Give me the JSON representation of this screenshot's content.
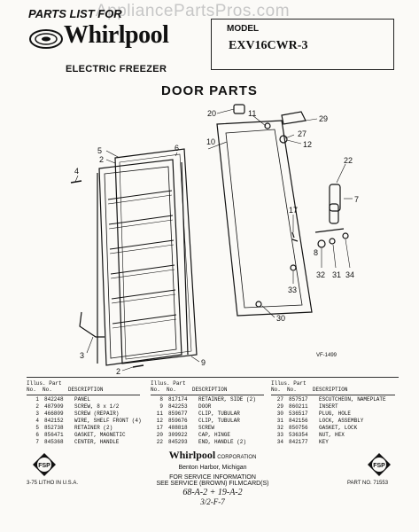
{
  "watermark": "AppliancePartsPros.com",
  "header": {
    "parts_list_for": "PARTS LIST FOR",
    "brand": "Whirlpool",
    "subtitle": "ELECTRIC FREEZER",
    "model_label": "MODEL",
    "model_number": "EXV16CWR-3"
  },
  "section_title": "DOOR PARTS",
  "drawing_code": "VF-1499",
  "callouts": [
    "20",
    "11",
    "29",
    "27",
    "12",
    "10",
    "22",
    "5",
    "2",
    "6",
    "7",
    "4",
    "17",
    "8",
    "32",
    "31",
    "34",
    "33",
    "30",
    "3",
    "2",
    "9"
  ],
  "table_headers": {
    "illus": "Illus.",
    "part": "Part",
    "no1": "No.",
    "no2": "No.",
    "description": "DESCRIPTION"
  },
  "parts_col1": [
    {
      "illus": "1",
      "part": "842248",
      "desc": "PANEL"
    },
    {
      "illus": "2",
      "part": "487909",
      "desc": "SCREW, 8 x 1/2"
    },
    {
      "illus": "3",
      "part": "466809",
      "desc": "SCREW (REPAIR)"
    },
    {
      "illus": "4",
      "part": "842152",
      "desc": "WIRE, SHELF FRONT (4)"
    },
    {
      "illus": "5",
      "part": "852738",
      "desc": "RETAINER (2)"
    },
    {
      "illus": "6",
      "part": "856471",
      "desc": "GASKET, MAGNETIC"
    },
    {
      "illus": "7",
      "part": "845368",
      "desc": "CENTER, HANDLE"
    }
  ],
  "parts_col2": [
    {
      "illus": "8",
      "part": "817174",
      "desc": "RETAINER, SIDE (2)"
    },
    {
      "illus": "9",
      "part": "842253",
      "desc": "DOOR"
    },
    {
      "illus": "11",
      "part": "859677",
      "desc": "CLIP, TUBULAR"
    },
    {
      "illus": "12",
      "part": "859676",
      "desc": "CLIP, TUBULAR"
    },
    {
      "illus": "17",
      "part": "488818",
      "desc": "SCREW"
    },
    {
      "illus": "20",
      "part": "309922",
      "desc": "CAP, HINGE"
    },
    {
      "illus": "22",
      "part": "845293",
      "desc": "END, HANDLE (2)"
    }
  ],
  "parts_col3": [
    {
      "illus": "27",
      "part": "857517",
      "desc": "ESCUTCHEON, NAMEPLATE"
    },
    {
      "illus": "29",
      "part": "860211",
      "desc": "INSERT"
    },
    {
      "illus": "30",
      "part": "536517",
      "desc": "PLUG, HOLE"
    },
    {
      "illus": "31",
      "part": "842156",
      "desc": "LOCK, ASSEMBLY"
    },
    {
      "illus": "32",
      "part": "850756",
      "desc": "GASKET, LOCK"
    },
    {
      "illus": "33",
      "part": "536354",
      "desc": "NUT, HEX"
    },
    {
      "illus": "34",
      "part": "842177",
      "desc": "KEY"
    }
  ],
  "footer": {
    "corp_brand": "Whirlpool",
    "corp_suffix": "CORPORATION",
    "city": "Benton Harbor, Michigan",
    "service_line1": "FOR SERVICE INFORMATION",
    "service_line2": "SEE SERVICE (BROWN) FILMCARD(S)",
    "handwritten1": "68-A-2 + 19-A-2",
    "handwritten2": "3/2-F-7",
    "print_code": "3-75  LITHO IN U.S.A.",
    "part_no": "PART NO. 71553",
    "fsp_badge": "FSP"
  }
}
